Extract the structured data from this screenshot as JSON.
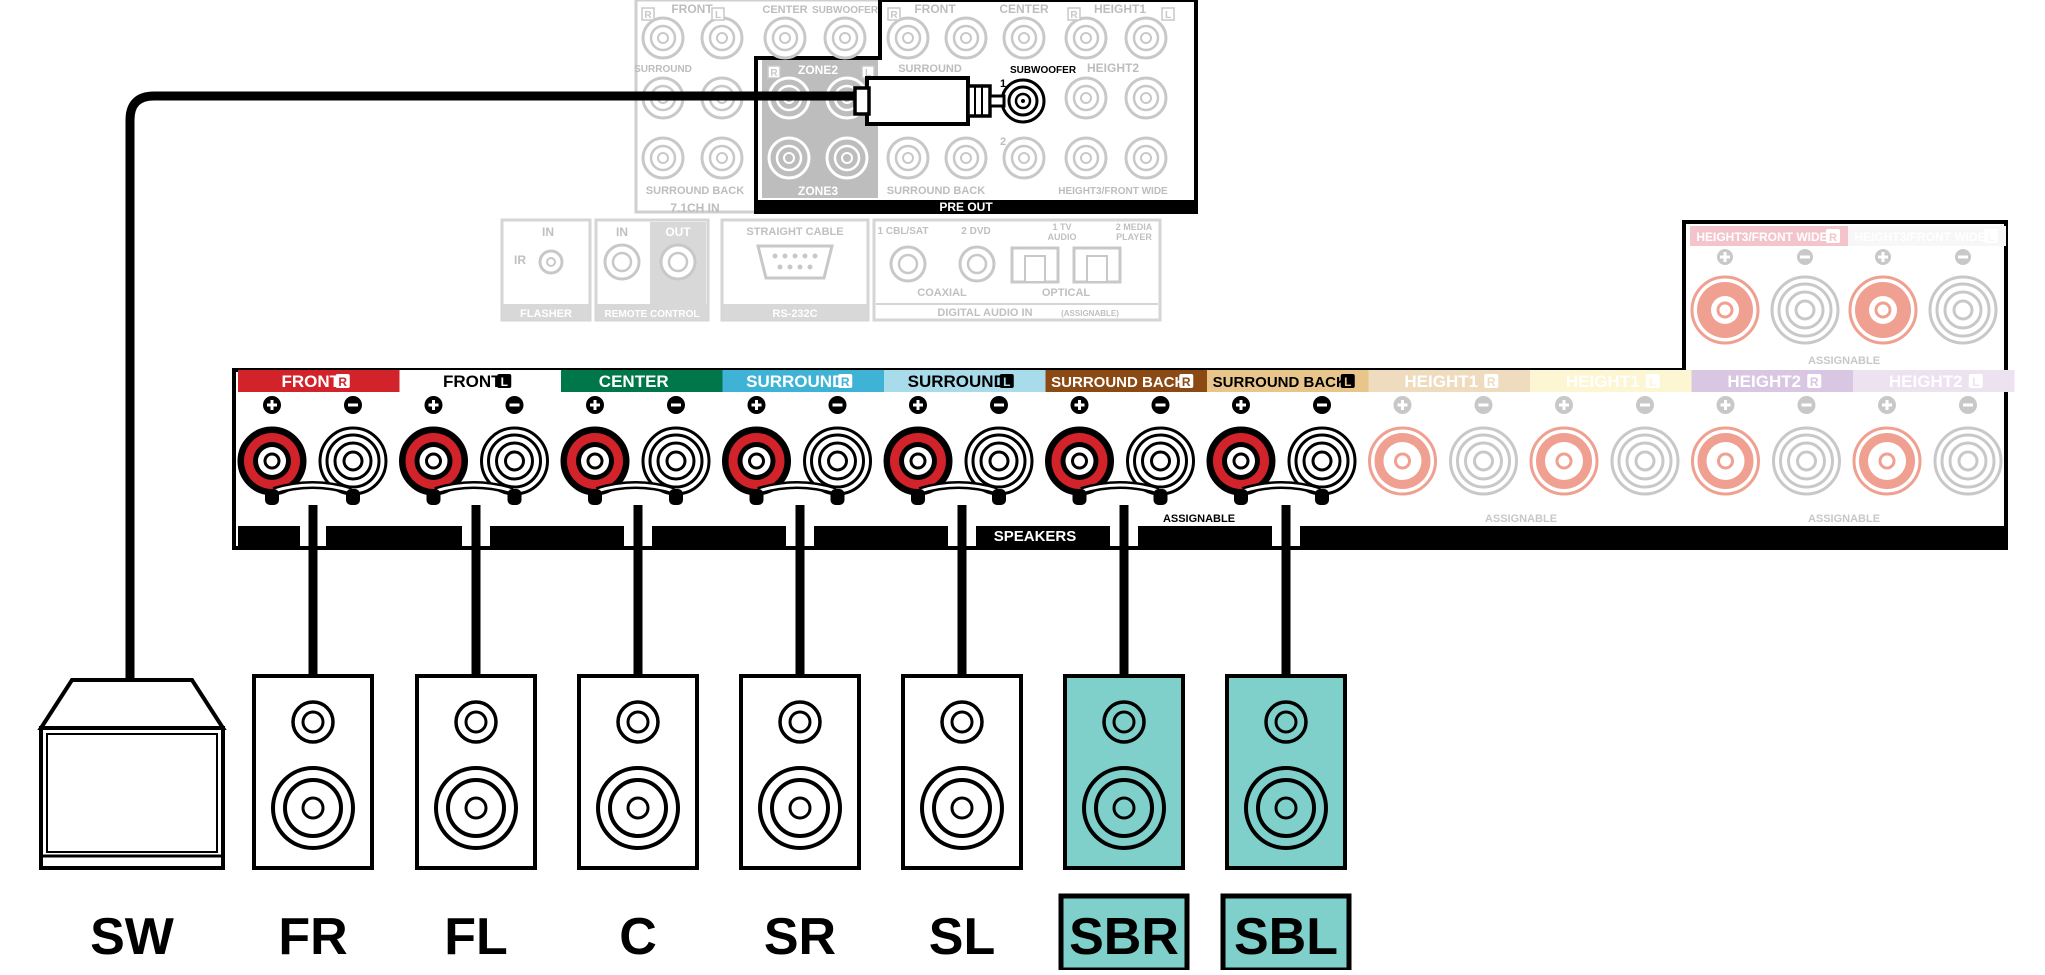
{
  "preout": {
    "front_label": "FRONT",
    "center_label": "CENTER",
    "subwoofer_label": "SUBWOOFER",
    "front2_label": "FRONT",
    "center2_label": "CENTER",
    "height1_label": "HEIGHT1",
    "surround_label": "SURROUND",
    "zone2_label": "ZONE2",
    "surround2_label": "SURROUND",
    "height2_label": "HEIGHT2",
    "surround_back_label": "SURROUND BACK",
    "zone3_label": "ZONE3",
    "surround_back2_label": "SURROUND BACK",
    "height3_fw_label": "HEIGHT3/FRONT WIDE",
    "ch71_label": "7.1CH IN",
    "preout_label": "PRE OUT",
    "sw_label": "SUBWOOFER",
    "sw1": "1",
    "sw2": "2",
    "r": "R",
    "l": "L"
  },
  "io": {
    "ir_in": "IN",
    "ir": "IR",
    "flasher": "FLASHER",
    "rc_in": "IN",
    "rc_out": "OUT",
    "remote_control": "REMOTE CONTROL",
    "straight_cable": "STRAIGHT CABLE",
    "rs232c": "RS-232C",
    "cbl_sat": "1 CBL/SAT",
    "dvd": "2 DVD",
    "tv_audio_1": "1 TV",
    "tv_audio_2": "AUDIO",
    "media_player_1": "2 MEDIA",
    "media_player_2": "PLAYER",
    "coaxial": "COAXIAL",
    "optical": "OPTICAL",
    "digital_audio_in": "DIGITAL AUDIO IN",
    "assignable_paren": "(ASSIGNABLE)"
  },
  "speaker_panel": {
    "channels": [
      {
        "label": "FRONT",
        "side": "R",
        "color": "#d2232a",
        "text_color": "#ffffff",
        "active": true
      },
      {
        "label": "FRONT",
        "side": "L",
        "color": "#ffffff",
        "text_color": "#000000",
        "active": true
      },
      {
        "label": "CENTER",
        "side": "",
        "color": "#00774a",
        "text_color": "#ffffff",
        "active": true
      },
      {
        "label": "SURROUND",
        "side": "R",
        "color": "#3fb3d6",
        "text_color": "#ffffff",
        "active": true
      },
      {
        "label": "SURROUND",
        "side": "L",
        "color": "#a9dcea",
        "text_color": "#000000",
        "active": true
      },
      {
        "label": "SURROUND BACK",
        "side": "R",
        "color": "#8b4a14",
        "text_color": "#ffffff",
        "active": true
      },
      {
        "label": "SURROUND BACK",
        "side": "L",
        "color": "#e8c58a",
        "text_color": "#000000",
        "active": true
      },
      {
        "label": "HEIGHT1",
        "side": "R",
        "color": "#efdcbf",
        "text_color": "#ffffff",
        "active": false
      },
      {
        "label": "HEIGHT1",
        "side": "L",
        "color": "#fdf6d3",
        "text_color": "#ffffff",
        "active": false
      },
      {
        "label": "HEIGHT2",
        "side": "R",
        "color": "#d9c6e2",
        "text_color": "#ffffff",
        "active": false
      },
      {
        "label": "HEIGHT2",
        "side": "L",
        "color": "#ece2f0",
        "text_color": "#ffffff",
        "active": false
      }
    ],
    "height3_channels": [
      {
        "label": "HEIGHT3/FRONT WIDE",
        "side": "R",
        "color": "#f3c4cc"
      },
      {
        "label": "HEIGHT3/FRONT WIDE",
        "side": "L",
        "color": "#f7f7f7"
      }
    ],
    "speakers_label": "SPEAKERS",
    "assignable_label": "ASSIGNABLE"
  },
  "speakers": [
    {
      "label": "SW",
      "type": "subwoofer",
      "highlight": false
    },
    {
      "label": "FR",
      "type": "bookshelf",
      "highlight": false
    },
    {
      "label": "FL",
      "type": "bookshelf",
      "highlight": false
    },
    {
      "label": "C",
      "type": "bookshelf",
      "highlight": false
    },
    {
      "label": "SR",
      "type": "bookshelf",
      "highlight": false
    },
    {
      "label": "SL",
      "type": "bookshelf",
      "highlight": false
    },
    {
      "label": "SBR",
      "type": "bookshelf",
      "highlight": true
    },
    {
      "label": "SBL",
      "type": "bookshelf",
      "highlight": true
    }
  ],
  "colors": {
    "highlight": "#7fcfca",
    "terminal_red": "#d2232a",
    "faded_red": "#f0a090",
    "faded_gray": "#c8c8c8"
  }
}
